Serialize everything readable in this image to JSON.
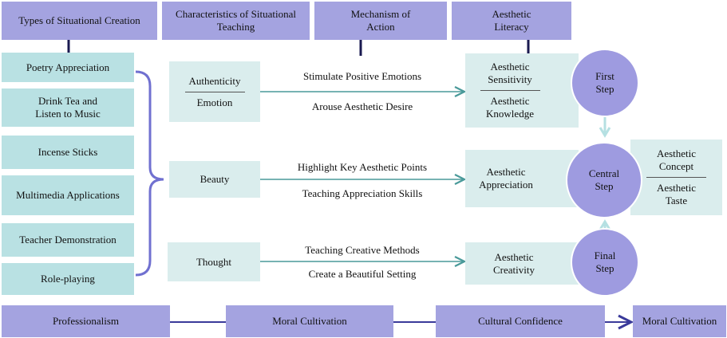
{
  "headers": [
    "Types of Situational Creation",
    "Characteristics of Situational Teaching",
    "Mechanism of Action",
    "Aesthetic Literacy"
  ],
  "types": [
    "Poetry Appreciation",
    "Drink Tea and Listen to Music",
    "Incense Sticks",
    "Multimedia Applications",
    "Teacher Demonstration",
    "Role-playing"
  ],
  "characteristics": {
    "c1a": "Authenticity",
    "c1b": "Emotion",
    "c2": "Beauty",
    "c3": "Thought"
  },
  "mechanisms": {
    "m1a": "Stimulate Positive Emotions",
    "m1b": "Arouse Aesthetic Desire",
    "m2a": "Highlight Key Aesthetic Points",
    "m2b": "Teaching Appreciation Skills",
    "m3a": "Teaching Creative Methods",
    "m3b": "Create a Beautiful Setting"
  },
  "literacy": {
    "l1a": "Aesthetic Sensitivity",
    "l1b": "Aesthetic Knowledge",
    "l2": "Aesthetic Appreciation",
    "l3": "Aesthetic Creativity",
    "l4a": "Aesthetic Concept",
    "l4b": "Aesthetic Taste"
  },
  "steps": {
    "first": "First Step",
    "central": "Central Step",
    "final": "Final Step"
  },
  "bottom": [
    "Professionalism",
    "Moral Cultivation",
    "Cultural Confidence",
    "Moral Cultivation"
  ],
  "colors": {
    "header": "#a4a3e0",
    "type_box": "#b9e1e3",
    "box": "#daeded",
    "circle": "#9e9be0",
    "arrow": "#4a9a9a"
  }
}
